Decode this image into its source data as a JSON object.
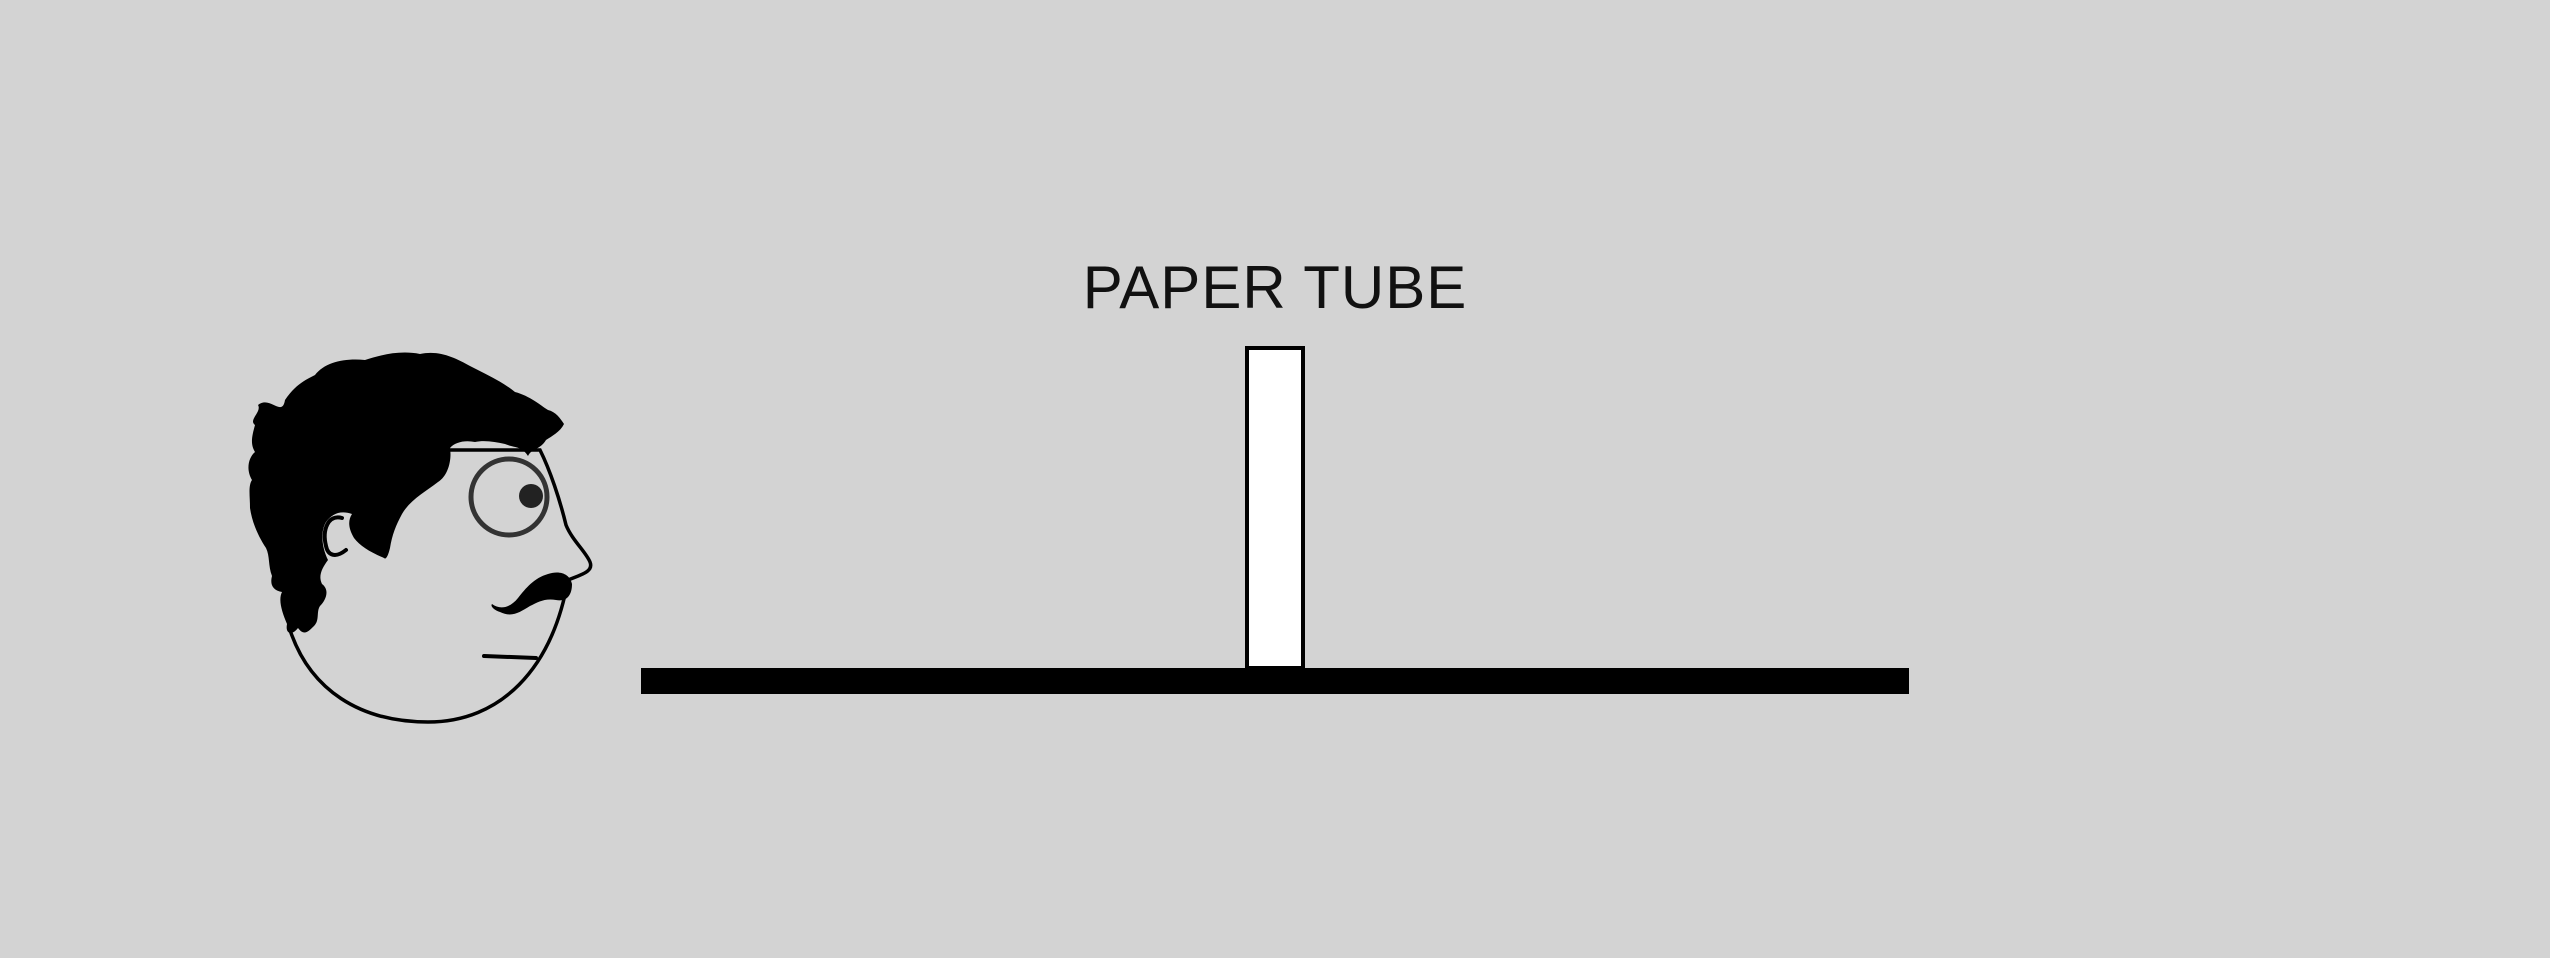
{
  "diagram": {
    "tube_label": "PAPER TUBE",
    "elements": {
      "observer": "observer-head",
      "tube": "paper-tube",
      "surface": "table-surface"
    }
  },
  "colors": {
    "background": "#d3d3d3",
    "ink": "#000000",
    "tube_fill": "#ffffff",
    "head_fill": "#d3d3d3"
  }
}
